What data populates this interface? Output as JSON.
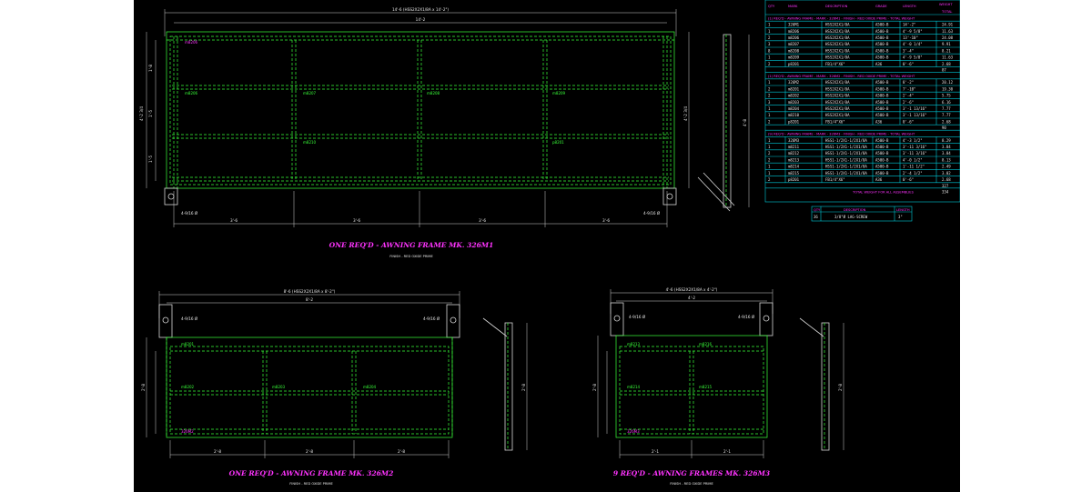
{
  "drawing1": {
    "title": "ONE REQ'D - AWNING FRAME MK. 326M1",
    "finish": "FINISH - RED OXIDE PRIME",
    "overall_dim": "14'-6 (HSS2X2X1/8A x 14'-2\")",
    "inner_dim": "14'-2",
    "bay_dims": [
      "3'-6",
      "3'-6",
      "3'-6",
      "3'-6"
    ],
    "height_dims": [
      "1'-8",
      "1'-5",
      "1'-5"
    ],
    "total_height": "4'-2 3/4",
    "hole_label": "4-9/16 Ø",
    "marks": [
      "m8206",
      "m8206",
      "m8207",
      "m8208",
      "m8209",
      "m8210",
      "p8201"
    ],
    "side_height": "4'-8"
  },
  "drawing2": {
    "title": "ONE REQ'D - AWNING FRAME MK. 326M2",
    "finish": "FINISH - RED OXIDE PRIME",
    "overall_dim": "8'-6 (HSS2X2X1/8A x 8'-2\")",
    "inner_dim": "8'-2",
    "bay_dims": [
      "2'-8",
      "2'-8",
      "2'-8"
    ],
    "total_height": "2'-8",
    "hole_label": "4-9/16 Ø",
    "marks": [
      "m8201",
      "m8202",
      "m8203",
      "m8204",
      "326M2"
    ]
  },
  "drawing3": {
    "title": "9 REQ'D - AWNING FRAMES MK. 326M3",
    "finish": "FINISH - RED OXIDE PRIME",
    "overall_dim": "4'-6 (HSS2X2X1/8A x 4'-2\")",
    "inner_dim": "4'-2",
    "bay_dims": [
      "2'-1",
      "2'-1"
    ],
    "total_height": "2'-8",
    "hole_label": "4-9/16 Ø",
    "marks": [
      "m8213",
      "m8214",
      "m8215",
      "m8216",
      "326M3"
    ]
  },
  "table": {
    "headers": [
      "QTY",
      "MARK",
      "DESCRIPTION",
      "GRADE",
      "LENGTH",
      "WEIGHT"
    ],
    "weight_sub": "TOTAL",
    "sections": [
      {
        "header": "(1) REQ'D - AWNING FRAME - MARK - 326M1 - FINISH - RED OXIDE PRIME - TOTAL WEIGHT",
        "rows": [
          [
            "1",
            "326M1",
            "HSS2X2X1/8A",
            "A500-B",
            "14'-2\"",
            "24.91"
          ],
          [
            "1",
            "m8206",
            "HSS2X2X1/8A",
            "A500-B",
            "4'-9 5/8\"",
            "11.63"
          ],
          [
            "2",
            "m8206",
            "HSS2X2X1/8A",
            "A500-B",
            "13'-10\"",
            "24.08"
          ],
          [
            "3",
            "m8207",
            "HSS2X2X1/8A",
            "A500-B",
            "4'-0 1/4\"",
            "9.91"
          ],
          [
            "8",
            "m8208",
            "HSS2X2X1/8A",
            "A500-B",
            "3'-4\"",
            "8.21"
          ],
          [
            "1",
            "m8209",
            "HSS2X2X1/8A",
            "A500-B",
            "4'-9 5/8\"",
            "11.63"
          ],
          [
            "2",
            "p8201",
            "FB1/4\"X6\"",
            "A36",
            "0'-6\"",
            "2.68"
          ]
        ],
        "total": "87"
      },
      {
        "header": "(1) REQ'D - AWNING FRAME - MARK - 326M2 - FINISH - RED OXIDE PRIME - TOTAL WEIGHT",
        "rows": [
          [
            "1",
            "326M2",
            "HSS2X2X1/8A",
            "A500-B",
            "8'-2\"",
            "20.12"
          ],
          [
            "2",
            "m8201",
            "HSS2X2X1/8A",
            "A500-B",
            "7'-10\"",
            "19.30"
          ],
          [
            "2",
            "m8202",
            "HSS2X2X1/8A",
            "A500-B",
            "2'-4\"",
            "5.75"
          ],
          [
            "3",
            "m8203",
            "HSS2X2X1/8A",
            "A500-B",
            "2'-6\"",
            "6.16"
          ],
          [
            "1",
            "m8204",
            "HSS2X2X1/8A",
            "A500-B",
            "3'-1 13/16\"",
            "7.77"
          ],
          [
            "1",
            "m8210",
            "HSS2X2X1/8A",
            "A500-B",
            "3'-1 13/16\"",
            "7.77"
          ],
          [
            "2",
            "p8201",
            "FB1/4\"X6\"",
            "A36",
            "0'-6\"",
            "2.68"
          ]
        ],
        "total": "90"
      },
      {
        "header": "(9) REQ'D - AWNING FRAME - MARK - 326M3 - FINISH - RED OXIDE PRIME - TOTAL WEIGHT",
        "rows": [
          [
            "1",
            "326M3",
            "HSS1-1/2X1-1/2X1/8A",
            "A500-B",
            "4'-3 1/2\"",
            "8.29"
          ],
          [
            "1",
            "m8211",
            "HSS1-1/2X1-1/2X1/8A",
            "A500-B",
            "3'-11 3/16\"",
            "3.84"
          ],
          [
            "2",
            "m8212",
            "HSS1-1/2X1-1/2X1/8A",
            "A500-B",
            "3'-11 3/16\"",
            "3.84"
          ],
          [
            "2",
            "m8213",
            "HSS1-1/2X1-1/2X1/8A",
            "A500-B",
            "4'-0 1/2\"",
            "8.13"
          ],
          [
            "1",
            "m8214",
            "HSS1-1/2X1-1/2X1/8A",
            "A500-B",
            "1'-11 1/2\"",
            "2.49"
          ],
          [
            "1",
            "m8215",
            "HSS1-1/2X1-1/2X1/8A",
            "A500-B",
            "2'-4 1/2\"",
            "3.02"
          ],
          [
            "2",
            "p8201",
            "FB1/4\"X6\"",
            "A36",
            "0'-6\"",
            "2.68"
          ]
        ],
        "total": "327"
      }
    ],
    "grand_total_label": "TOTAL WEIGHT FOR ALL ASSEMBLIES",
    "grand_total": "334",
    "bolt_headers": [
      "QTY",
      "DESCRIPTION",
      "LENGTH"
    ],
    "bolt_row": [
      "36",
      "3/8\"Ø LAG-SCREW",
      "3\""
    ]
  },
  "colors": {
    "background": "#000000",
    "member": "#39ff39",
    "title": "#ff33ff",
    "table_lines": "#00c8d8"
  }
}
